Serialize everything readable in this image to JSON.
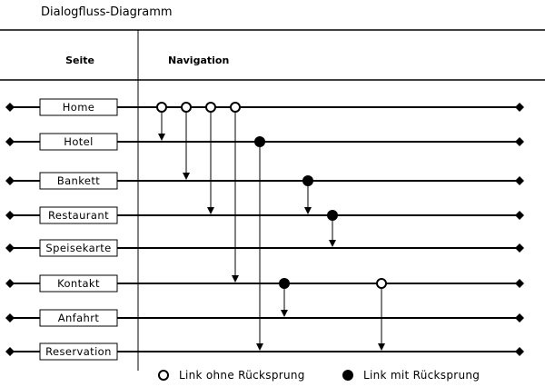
{
  "title": "Dialogfluss-Diagramm",
  "headers": {
    "page": "Seite",
    "navigation": "Navigation"
  },
  "pages": [
    "Home",
    "Hotel",
    "Bankett",
    "Restaurant",
    "Speisekarte",
    "Kontakt",
    "Anfahrt",
    "Reservation"
  ],
  "links": [
    {
      "from": "Home",
      "to": "Hotel",
      "type": "without-return"
    },
    {
      "from": "Home",
      "to": "Bankett",
      "type": "without-return"
    },
    {
      "from": "Home",
      "to": "Restaurant",
      "type": "without-return"
    },
    {
      "from": "Home",
      "to": "Kontakt",
      "type": "without-return"
    },
    {
      "from": "Hotel",
      "to": "Reservation",
      "type": "with-return"
    },
    {
      "from": "Bankett",
      "to": "Restaurant",
      "type": "with-return"
    },
    {
      "from": "Restaurant",
      "to": "Speisekarte",
      "type": "with-return"
    },
    {
      "from": "Kontakt",
      "to": "Anfahrt",
      "type": "with-return"
    },
    {
      "from": "Kontakt",
      "to": "Reservation",
      "type": "without-return"
    }
  ],
  "legend": {
    "without_return": "Link ohne Rücksprung",
    "with_return": "Link mit Rücksprung"
  }
}
